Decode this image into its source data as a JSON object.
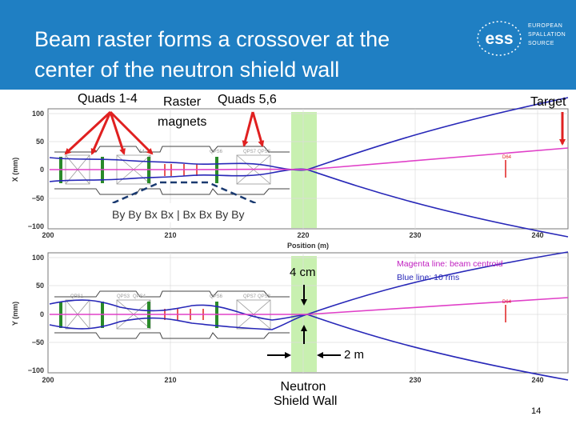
{
  "slide": {
    "title_line1": "Beam raster forms a crossover at the",
    "title_line2": "center of the neutron shield wall",
    "page_number": "14"
  },
  "logo": {
    "mark": "ess",
    "line1": "EUROPEAN",
    "line2": "SPALLATION",
    "line3": "SOURCE"
  },
  "annotations": {
    "quads_1_4": "Quads 1-4",
    "raster_1": "Raster",
    "raster_2": "magnets",
    "quads_5_6": "Quads 5,6",
    "target": "Target",
    "four_cm": "4 cm",
    "two_m": "2 m",
    "shield_1": "Neutron",
    "shield_2": "Shield Wall",
    "legend_magenta": "Magenta line: beam centroid",
    "legend_blue": "Blue line: 10 rms",
    "magnet_sequence": [
      "By",
      "By",
      "Bx",
      "Bx",
      "|",
      "Bx",
      "Bx",
      "By",
      "By"
    ]
  },
  "plots": {
    "x_axis_title": "Position (m)",
    "top_ylabel": "X (mm)",
    "bottom_ylabel": "Y (mm)",
    "y_ticks": [
      "100",
      "50",
      "0",
      "−50",
      "−100"
    ],
    "x_ticks": [
      "200",
      "210",
      "220",
      "230",
      "240"
    ],
    "element_labels_top": [
      "14",
      "QPS6",
      "QPS7",
      "QPS8",
      "D64"
    ],
    "element_labels_bottom": [
      "QPS1",
      "QPS3",
      "QPS4",
      "QPS6",
      "QPS7",
      "QPS8",
      "D64"
    ]
  },
  "colors": {
    "header": "#1f7fc3",
    "magenta": "#e040c8",
    "blue": "#2828b8",
    "shield": "#c8f0b0",
    "arrow_red": "#e02020",
    "quad_green": "#2a8a2a"
  }
}
